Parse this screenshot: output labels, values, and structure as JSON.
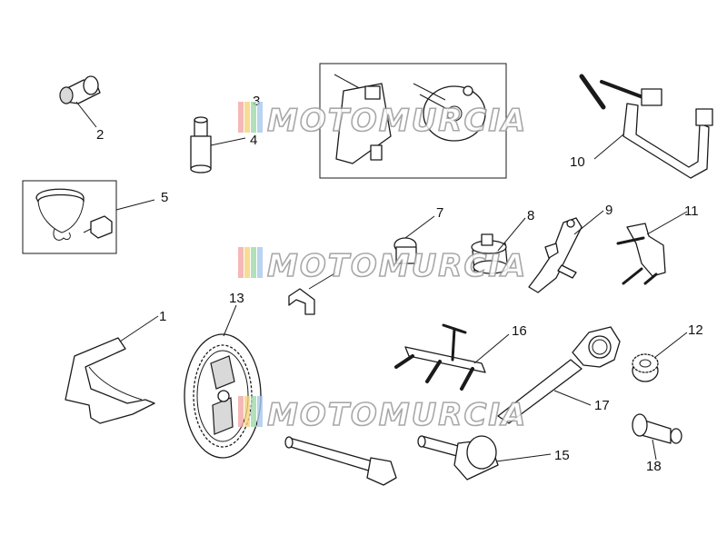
{
  "callouts": [
    "1",
    "2",
    "3",
    "4",
    "5",
    "7",
    "8",
    "9",
    "10",
    "11",
    "12",
    "13",
    "15",
    "16",
    "17",
    "18"
  ],
  "watermark": {
    "text": "MOTOMURCIA",
    "stripe_colors": [
      "#f3a6a6",
      "#f7d27a",
      "#9fd8a8",
      "#a8c8ee"
    ]
  }
}
